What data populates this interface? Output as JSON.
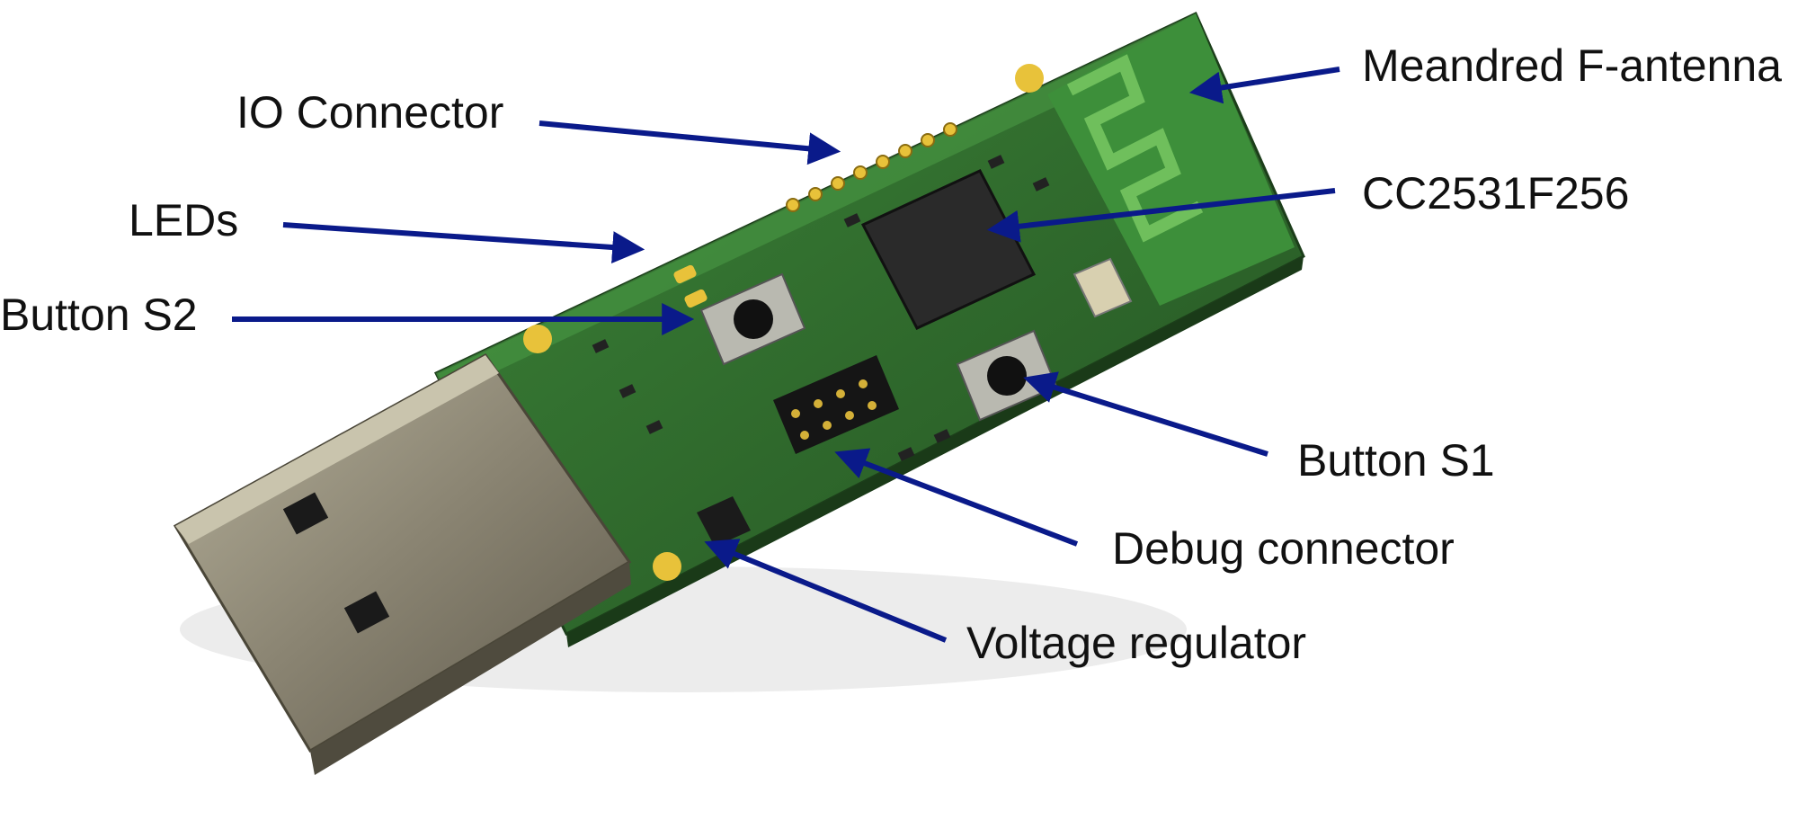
{
  "colors": {
    "background": "#ffffff",
    "pcb": "#2f6a2c",
    "pcb_light": "#3f8a3b",
    "usb_metal": "#8a8472",
    "arrow": "#0a1a8a",
    "pad_gold": "#e8c23a",
    "label_text": "#111111"
  },
  "labels": {
    "antenna": "Meandred F-antenna",
    "io_connector": "IO Connector",
    "chip": "CC2531F256",
    "leds": "LEDs",
    "button_s2": "Button S2",
    "button_s1": "Button S1",
    "debug_connector": "Debug connector",
    "voltage_regulator": "Voltage regulator"
  }
}
